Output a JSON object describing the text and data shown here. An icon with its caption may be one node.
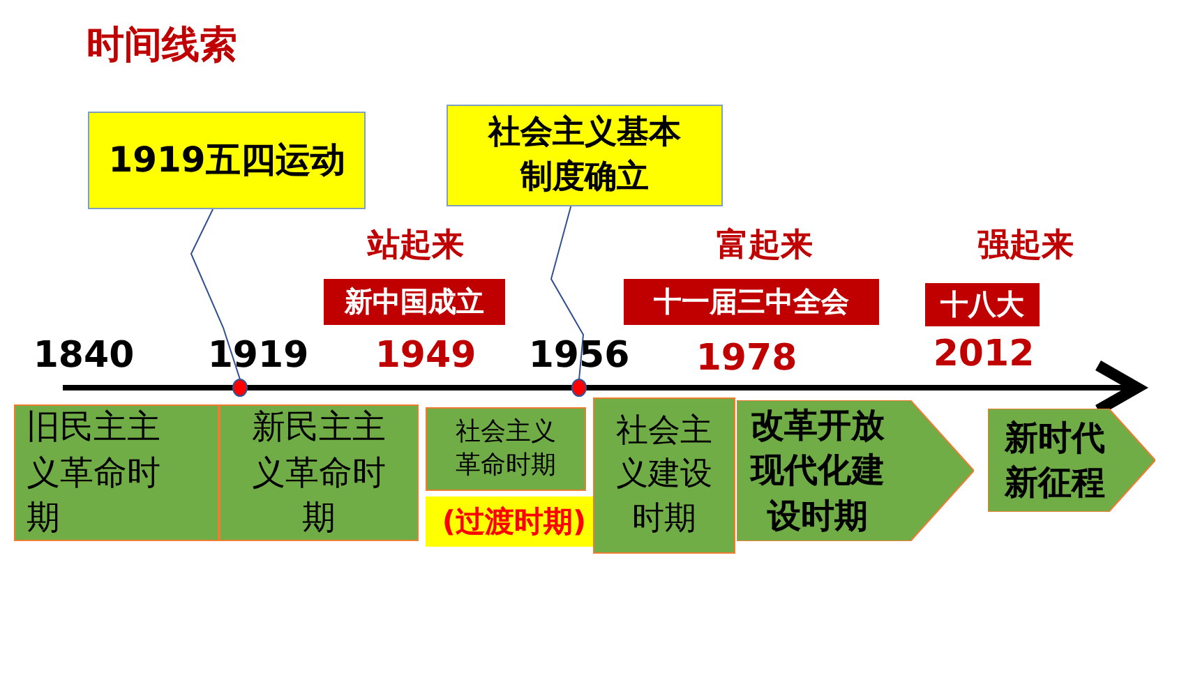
{
  "diagram": {
    "title": "时间线索",
    "nodes": [
      {
        "text": [
          "1919五四运动"
        ]
      },
      {
        "text": [
          "社会主义基本制度确立"
        ]
      },
      {
        "text": [],
        "shape": "circle"
      },
      {
        "text": [],
        "shape": "circle"
      },
      {
        "text": [
          "新中国成立"
        ]
      },
      {
        "text": [
          "十一届三中全会"
        ]
      },
      {
        "text": [
          "十八大"
        ]
      },
      {
        "text": [
          "旧民主主义革命时期"
        ]
      },
      {
        "text": [
          "新民主主义革命时期"
        ]
      },
      {
        "text": [
          "社会主义革命时期"
        ],
        "beside": [
          "(过渡时期)"
        ]
      },
      {
        "text": [
          "社会主义建设时期"
        ]
      },
      {
        "text": [
          "改革开放现代化建设时期"
        ]
      },
      {
        "text": [
          "新时代新征程"
        ]
      }
    ],
    "edges": [
      {
        "from": 0,
        "to": 2,
        "arrow": "none"
      },
      {
        "from": 1,
        "to": 3,
        "arrow": "none"
      }
    ],
    "labels": [
      "1840",
      "1919",
      "站起来",
      "1949",
      "1956",
      "富起来",
      "1978",
      "强起来",
      "2012"
    ]
  }
}
